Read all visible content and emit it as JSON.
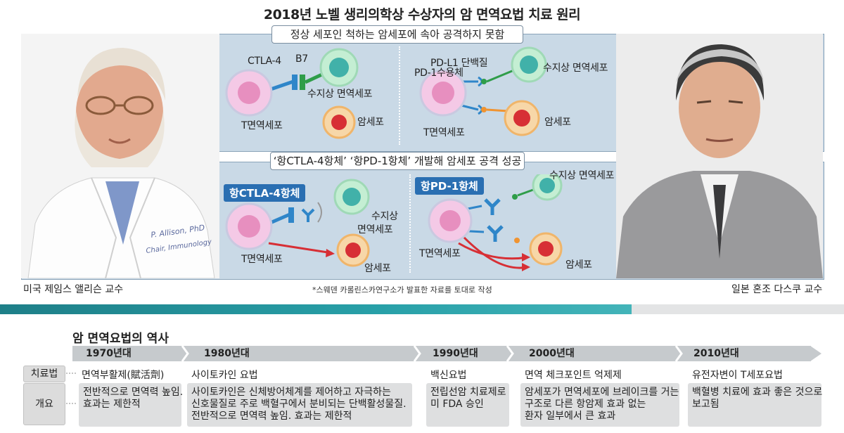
{
  "title": "2018년 노벨 생리의학상 수상자의 암 면역요법 치료 원리",
  "top_banner": "정상 세포인 척하는 암세포에 속아 공격하지 못함",
  "mid_banner": "‘항CTLA-4항체’ ‘항PD-1항체’ 개발해 암세포 공격 성공",
  "labels": {
    "ctla4": "CTLA-4",
    "b7": "B7",
    "dendritic": "수지상 면역세포",
    "tcell": "T면역세포",
    "cancer": "암세포",
    "pdl1": "PD-L1 단백질",
    "pd1": "PD-1수용체",
    "dendritic_line1": "수지상",
    "dendritic_line2": "면역세포"
  },
  "tags": {
    "anti_ctla4": "항CTLA-4항체",
    "anti_pd1": "항PD-1항체"
  },
  "captions": {
    "left": "미국 제임스 앨리슨 교수",
    "right": "일본 혼조 다스쿠 교수",
    "source": "*스웨덴 카롤린스카연구소가 발표한 자료를 토대로 작성"
  },
  "history": {
    "heading": "암 면역요법의 역사",
    "row_labels": [
      "치료법",
      "개요"
    ],
    "eras": [
      {
        "label": "1970년대",
        "therapy": "면역부활제(賦活劑)",
        "summary": [
          "전반적으로 면역력 높임.",
          "효과는 제한적"
        ]
      },
      {
        "label": "1980년대",
        "therapy": "사이토카인 요법",
        "summary": [
          "사이토카인은 신체방어체계를 제어하고 자극하는",
          "신호물질로 주로 백혈구에서 분비되는 단백활성물질.",
          "전반적으로 면역력 높임. 효과는 제한적"
        ]
      },
      {
        "label": "1990년대",
        "therapy": "백신요법",
        "summary": [
          "전립선암 치료제로",
          "미 FDA 승인"
        ]
      },
      {
        "label": "2000년대",
        "therapy": "면역 체크포인트 억제제",
        "summary": [
          "암세포가 면역세포에 브레이크를 거는",
          "구조로 다른 항암제 효과 없는",
          "환자 일부에서 큰 효과"
        ]
      },
      {
        "label": "2010년대",
        "therapy": "유전자변이 T세포요법",
        "summary": [
          "백혈병 치료에 효과 좋은 것으로",
          "보고됨"
        ]
      }
    ]
  },
  "colors": {
    "panel": "#c9d9e6",
    "tcell": "#f4c9e6",
    "dendritic": "#41b1a9",
    "cancer": "#d72f35",
    "receptor_blue": "#2f86c9",
    "green": "#2f9d49",
    "orange": "#f09431",
    "tag_blue": "#2a6fb2",
    "teal_bar": "#28a0a8"
  }
}
